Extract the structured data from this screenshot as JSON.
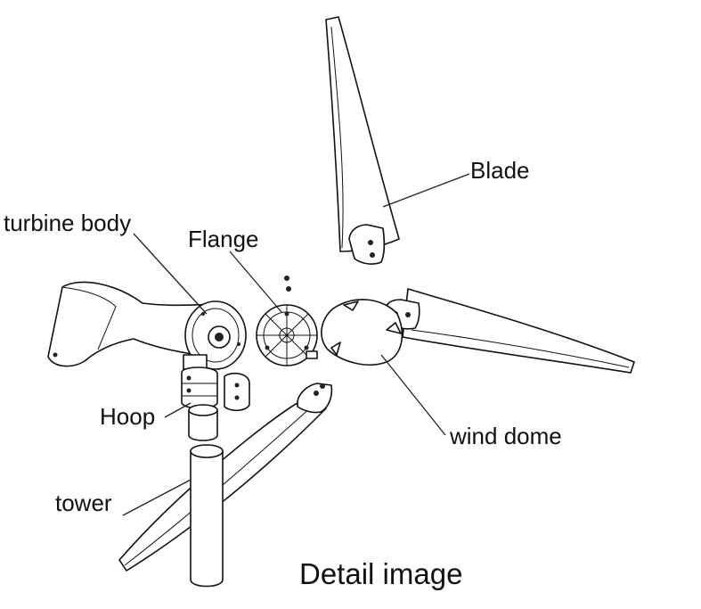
{
  "labels": {
    "blade": "Blade",
    "turbine_body": "turbine body",
    "flange": "Flange",
    "hoop": "Hoop",
    "tower": "tower",
    "wind_dome": "wind dome"
  },
  "caption": "Detail image"
}
